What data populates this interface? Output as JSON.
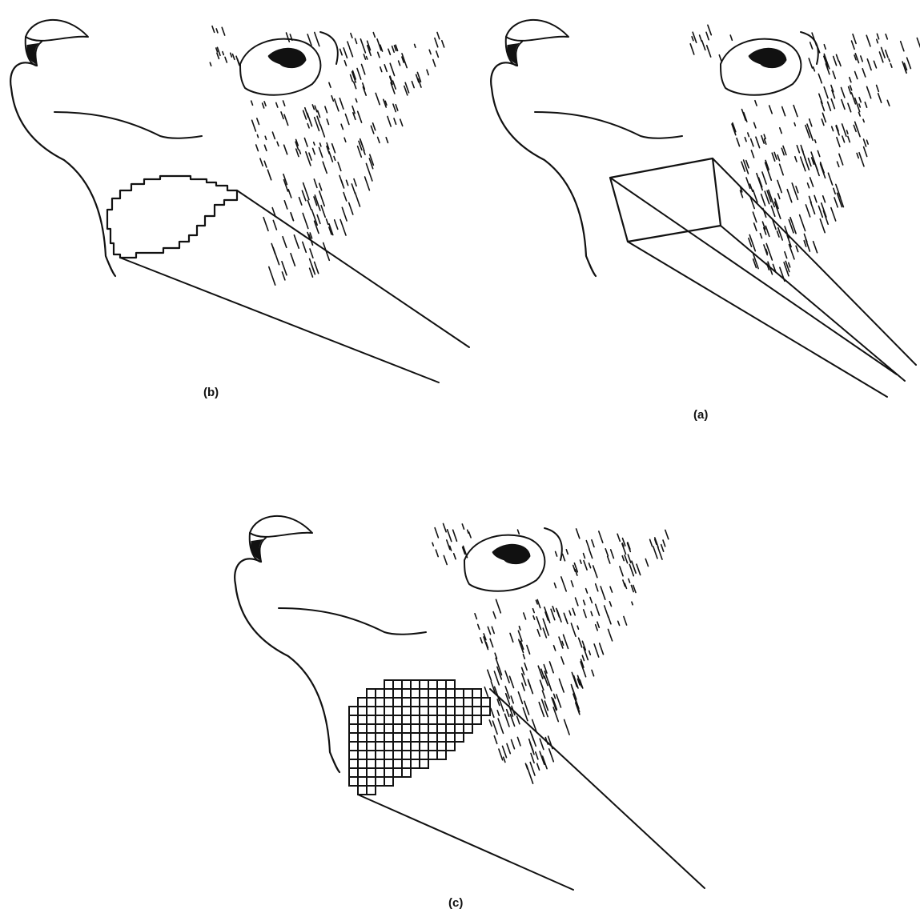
{
  "figure": {
    "panels": [
      {
        "id": "b",
        "label": "(b)",
        "beam": "outline"
      },
      {
        "id": "a",
        "label": "(a)",
        "beam": "box"
      },
      {
        "id": "c",
        "label": "(c)",
        "beam": "grid"
      }
    ],
    "colors": {
      "ink": "#111111",
      "background": "#ffffff"
    }
  }
}
